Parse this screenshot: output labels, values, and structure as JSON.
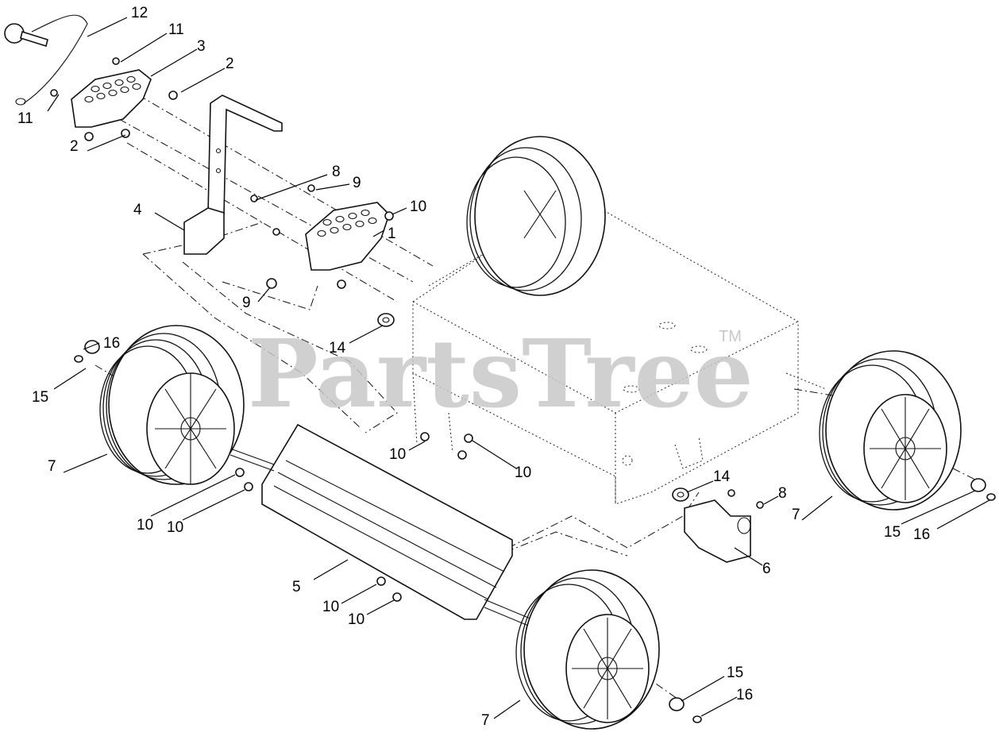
{
  "watermark": {
    "text": "PartsTree",
    "trademark": "TM"
  },
  "callouts": {
    "c12": "12",
    "c11a": "11",
    "c11b": "11",
    "c3": "3",
    "c2a": "2",
    "c2b": "2",
    "c8a": "8",
    "c9a": "9",
    "c10a": "10",
    "c1": "1",
    "c4": "4",
    "c9b": "9",
    "c14a": "14",
    "c16a": "16",
    "c15a": "15",
    "c7a": "7",
    "c10b": "10",
    "c10c": "10",
    "c10d": "10",
    "c10e": "10",
    "c14b": "14",
    "c8b": "8",
    "c7b": "7",
    "c15b": "15",
    "c16b": "16",
    "c6": "6",
    "c5": "5",
    "c10f": "10",
    "c10g": "10",
    "c15c": "15",
    "c16c": "16",
    "c7c": "7"
  }
}
